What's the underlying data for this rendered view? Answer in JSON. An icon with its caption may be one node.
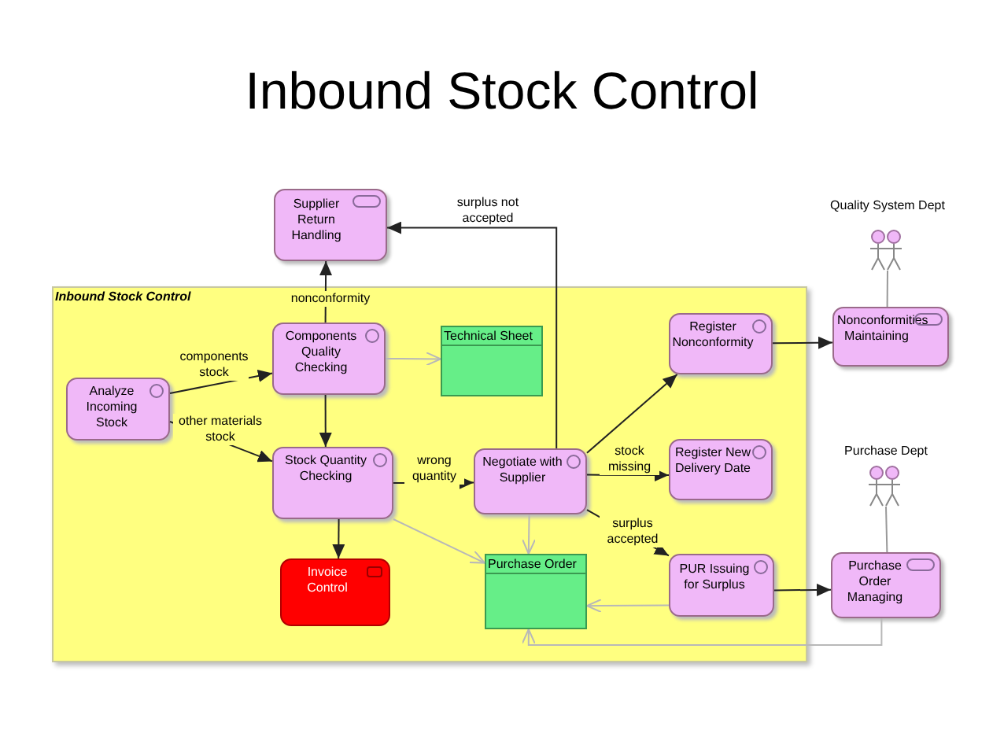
{
  "diagram": {
    "title": "Inbound Stock Control",
    "nodes": [
      {
        "text": [
          "Supplier Return Handling"
        ]
      },
      {
        "text": [
          "Quality System Dept"
        ]
      },
      {
        "text": [
          "Inbound Stock Control"
        ]
      },
      {
        "text": [
          "Components Quality Checking"
        ],
        "in": 2
      },
      {
        "text": [
          "Technical Sheet"
        ],
        "in": 2
      },
      {
        "text": [
          "Register Nonconformity"
        ],
        "in": 2
      },
      {
        "text": [
          "Nonconformities Maintaining"
        ]
      },
      {
        "text": [
          "Analyze Incoming Stock"
        ],
        "in": 2
      },
      {
        "text": [
          "Stock Quantity Checking"
        ],
        "in": 2
      },
      {
        "text": [
          "Negotiate with Supplier"
        ],
        "in": 2
      },
      {
        "text": [
          "Register New Delivery Date"
        ],
        "in": 2
      },
      {
        "text": [
          "Purchase Dept"
        ]
      },
      {
        "text": [
          "Invoice Control"
        ],
        "in": 2
      },
      {
        "text": [
          "Purchase Order"
        ],
        "in": 2
      },
      {
        "text": [
          "PUR Issuing for Surplus"
        ],
        "in": 2
      },
      {
        "text": [
          "Purchase Order Managing"
        ]
      }
    ],
    "edges": [
      {
        "from": 3,
        "to": 0,
        "arrow": "to",
        "label": "nonconformity"
      },
      {
        "from": 9,
        "to": 0,
        "arrow": "to",
        "label": "surplus not accepted"
      },
      {
        "from": 7,
        "to": 3,
        "arrow": "to",
        "label": "components stock"
      },
      {
        "from": 7,
        "to": 8,
        "arrow": "to",
        "label": "other materials stock"
      },
      {
        "from": 3,
        "to": 4,
        "arrow": "to",
        "color": "#b8b8b8"
      },
      {
        "from": 3,
        "to": 8,
        "arrow": "to"
      },
      {
        "from": 8,
        "to": 9,
        "arrow": "to",
        "label": "wrong quantity"
      },
      {
        "from": 8,
        "to": 12,
        "arrow": "to"
      },
      {
        "from": 8,
        "to": 13,
        "arrow": "to",
        "color": "#b8b8b8"
      },
      {
        "from": 9,
        "to": 5,
        "arrow": "to"
      },
      {
        "from": 9,
        "to": 10,
        "arrow": "to",
        "label": "stock missing"
      },
      {
        "from": 9,
        "to": 14,
        "arrow": "to",
        "label": "surplus accepted"
      },
      {
        "from": 9,
        "to": 13,
        "arrow": "to",
        "color": "#b8b8b8"
      },
      {
        "from": 14,
        "to": 13,
        "arrow": "to",
        "color": "#b8b8b8"
      },
      {
        "from": 14,
        "to": 15,
        "arrow": "to"
      },
      {
        "from": 15,
        "to": 13,
        "arrow": "to",
        "color": "#b8b8b8"
      },
      {
        "from": 5,
        "to": 6,
        "arrow": "to"
      },
      {
        "from": 1,
        "to": 6,
        "arrow": "none",
        "color": "#999999"
      },
      {
        "from": 11,
        "to": 15,
        "arrow": "none",
        "color": "#999999"
      }
    ]
  }
}
